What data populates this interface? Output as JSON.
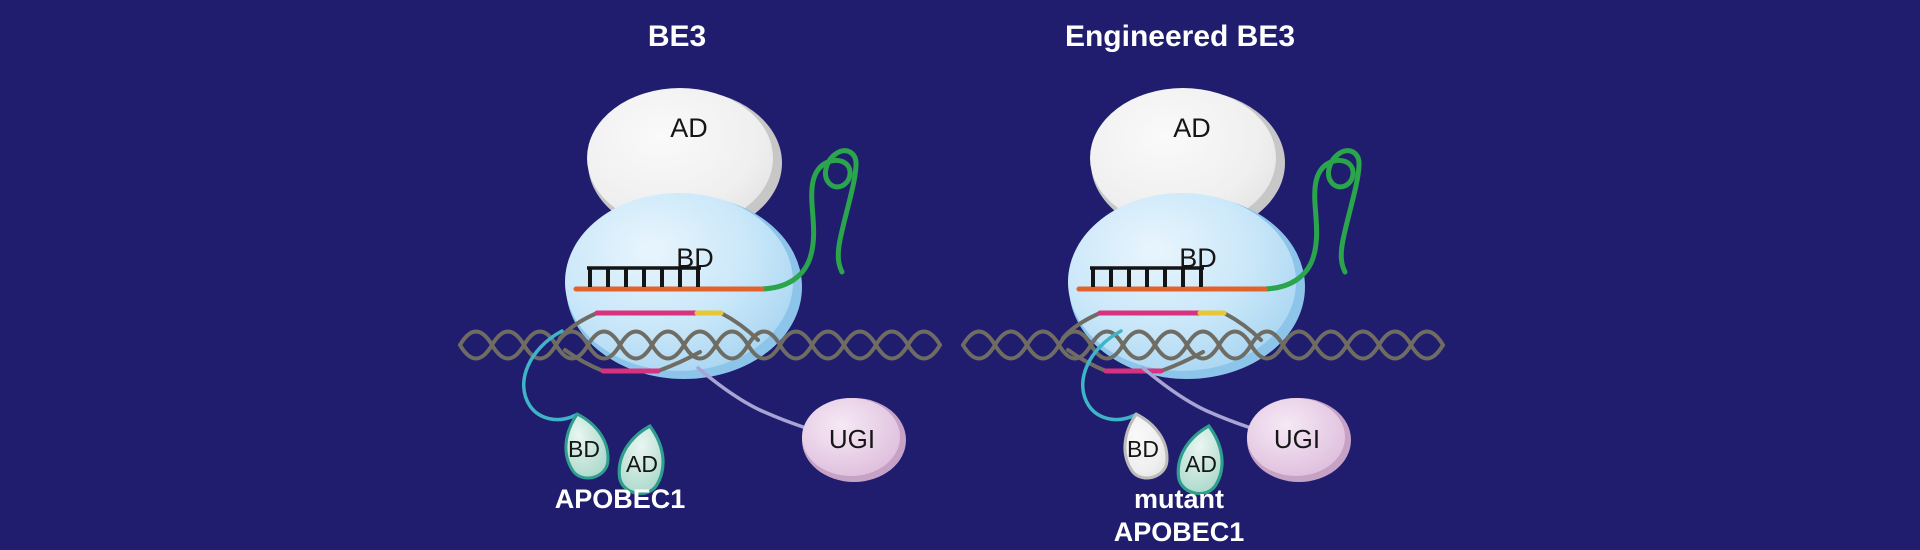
{
  "colors": {
    "background": "#201d6e",
    "cas9_body_blue": "#c9e7f9",
    "cas9_rim_blue": "#8cc4ea",
    "ad_domain_gray": "#efefef",
    "ad_rim_gray": "#c7c7c7",
    "sgrna_green": "#2aa54c",
    "spacer_orange": "#e2622b",
    "base_pair_black": "#141414",
    "dna_gray": "#6f6c63",
    "strand_magenta": "#d8327f",
    "pam_yellow": "#e8c737",
    "apobec_linker_cyan": "#3fb4c6",
    "ugi_linker_lavender": "#a8a4d6",
    "apobec_teal_fill": "#c6e6dc",
    "apobec_teal_edge": "#2f9e8e",
    "apobec_mutant_fill": "#efefef",
    "apobec_mutant_edge": "#bcbcbc",
    "ugi_fill": "#e9cfe8",
    "ugi_rim": "#c7a2c7",
    "label_dark": "#161616",
    "label_light": "#ffffff"
  },
  "panels": [
    {
      "title": "BE3",
      "ad_domain_label": "AD",
      "bd_domain_label": "BD",
      "apobec": {
        "bd_lobe_label": "BD",
        "ad_lobe_label": "AD",
        "caption_line1": "APOBEC1",
        "caption_line2": ""
      },
      "ugi_label": "UGI"
    },
    {
      "title": "Engineered BE3",
      "ad_domain_label": "AD",
      "bd_domain_label": "BD",
      "apobec": {
        "bd_lobe_label": "BD",
        "ad_lobe_label": "AD",
        "caption_line1": "mutant",
        "caption_line2": "APOBEC1"
      },
      "ugi_label": "UGI"
    }
  ]
}
